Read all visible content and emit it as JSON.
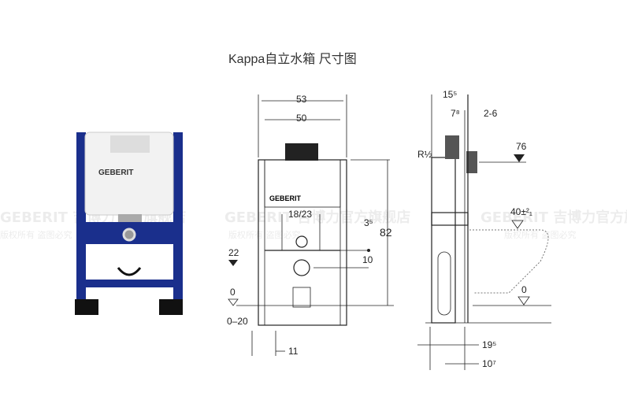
{
  "title": "Kappa自立水箱 尺寸图",
  "brand": "GEBERIT",
  "watermark": {
    "line1": "GEBERIT 吉博力官方旗舰店",
    "line2": "版权所有 盗图必究"
  },
  "front_view": {
    "width_outer": "53",
    "width_inner": "50",
    "height": "82",
    "flush_spacing": "18/23",
    "offset_top": "3⁵",
    "offset_mid": "10",
    "level_left": "22",
    "floor_zero": "0",
    "floor_range": "0–20",
    "foot": "11"
  },
  "side_view": {
    "depth_top": "15⁵",
    "depth_inner": "7⁸",
    "wall_range": "2-6",
    "inlet": "R½",
    "inlet_height": "76",
    "bowl_height": "40±²₁",
    "floor_zero": "0",
    "depth_bottom": "19⁵",
    "depth_foot": "10⁷"
  },
  "colors": {
    "frame_blue": "#1a2f8c",
    "tank_white": "#f2f2f2"
  }
}
